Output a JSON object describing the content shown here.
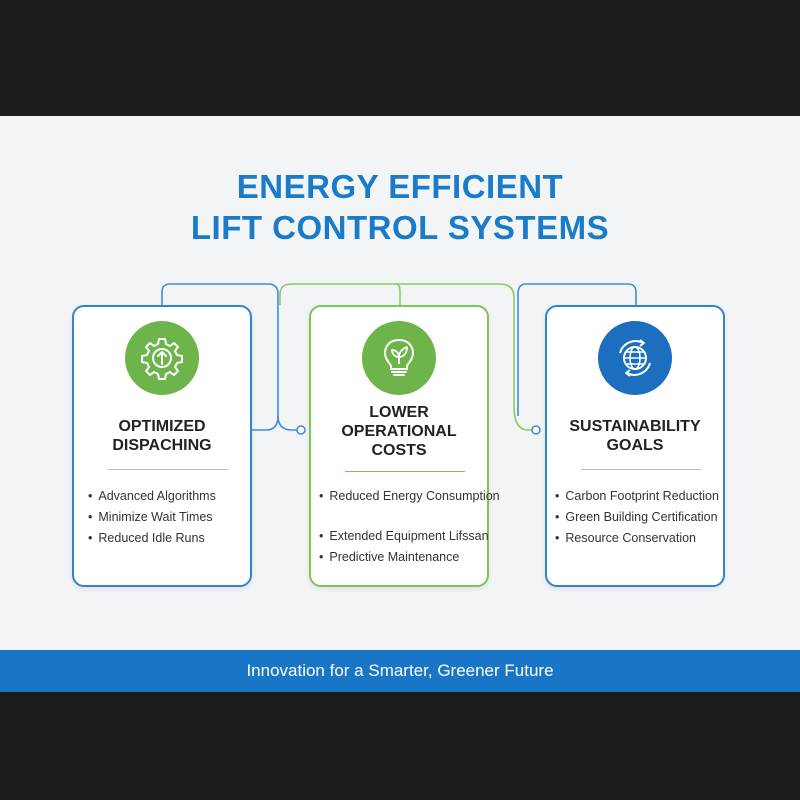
{
  "title": {
    "line1": "ENERGY EFFICIENT",
    "line2": "LIFT CONTROL SYSTEMS"
  },
  "cards": [
    {
      "title_line1": "OPTIMIZED",
      "title_line2": "DISPACHING",
      "icon": "gear-up-arrow-icon",
      "accent": "#6db54a",
      "bullets": [
        "Advanced Algorithms",
        "Minimize Wait Times",
        "Reduced Idle Runs"
      ]
    },
    {
      "title_line1": "LOWER",
      "title_line2": "OPERATIONAL",
      "title_line3": "COSTS",
      "icon": "lightbulb-leaf-icon",
      "accent": "#6db54a",
      "bullets": [
        "Reduced Energy Consumption",
        "Extended Equipment Lifssan",
        "Predictive Maintenance"
      ]
    },
    {
      "title_line1": "SUSTAINABILITY",
      "title_line2": "GOALS",
      "icon": "globe-cycle-icon",
      "accent": "#1c6fbf",
      "bullets": [
        "Carbon Footprint Reduction",
        "Green Building Certification",
        "Resource Conservation"
      ]
    }
  ],
  "footer": {
    "text": "Innovation for a Smarter, Greener Future"
  },
  "colors": {
    "title_blue": "#1a7cc9",
    "card_blue": "#2f83d3",
    "card_green": "#7dc45b",
    "footer_blue": "#1976c6",
    "background": "#f3f4f6",
    "frame": "#1c1c1c"
  }
}
